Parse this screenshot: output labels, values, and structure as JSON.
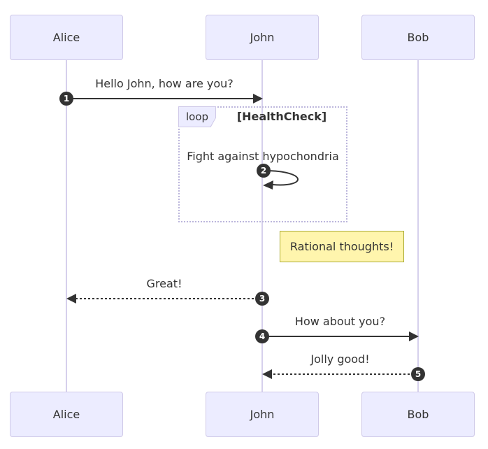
{
  "diagram": {
    "type": "sequence-diagram",
    "actors": [
      {
        "name": "Alice"
      },
      {
        "name": "John"
      },
      {
        "name": "Bob"
      }
    ],
    "messages": [
      {
        "number": "1",
        "text": "Hello John, how are you?",
        "from": "Alice",
        "to": "John",
        "line": "solid"
      },
      {
        "number": "2",
        "text": "Fight against hypochondria",
        "from": "John",
        "to": "John",
        "line": "solid-self"
      },
      {
        "number": "3",
        "text": "Great!",
        "from": "John",
        "to": "Alice",
        "line": "dashed"
      },
      {
        "number": "4",
        "text": "How about you?",
        "from": "John",
        "to": "Bob",
        "line": "solid"
      },
      {
        "number": "5",
        "text": "Jolly good!",
        "from": "Bob",
        "to": "John",
        "line": "dashed"
      }
    ],
    "loop": {
      "label": "loop",
      "condition": "[HealthCheck]"
    },
    "note": {
      "text": "Rational thoughts!",
      "position": "right of John"
    },
    "colors": {
      "actor_fill": "#ECECFF",
      "actor_border": "#CFC9E8",
      "lifeline": "#D6D0EC",
      "loop_border": "#BCB6DC",
      "note_fill": "#FFF5AD",
      "note_border": "#AAAA33",
      "line": "#333333",
      "text": "#333333"
    }
  }
}
